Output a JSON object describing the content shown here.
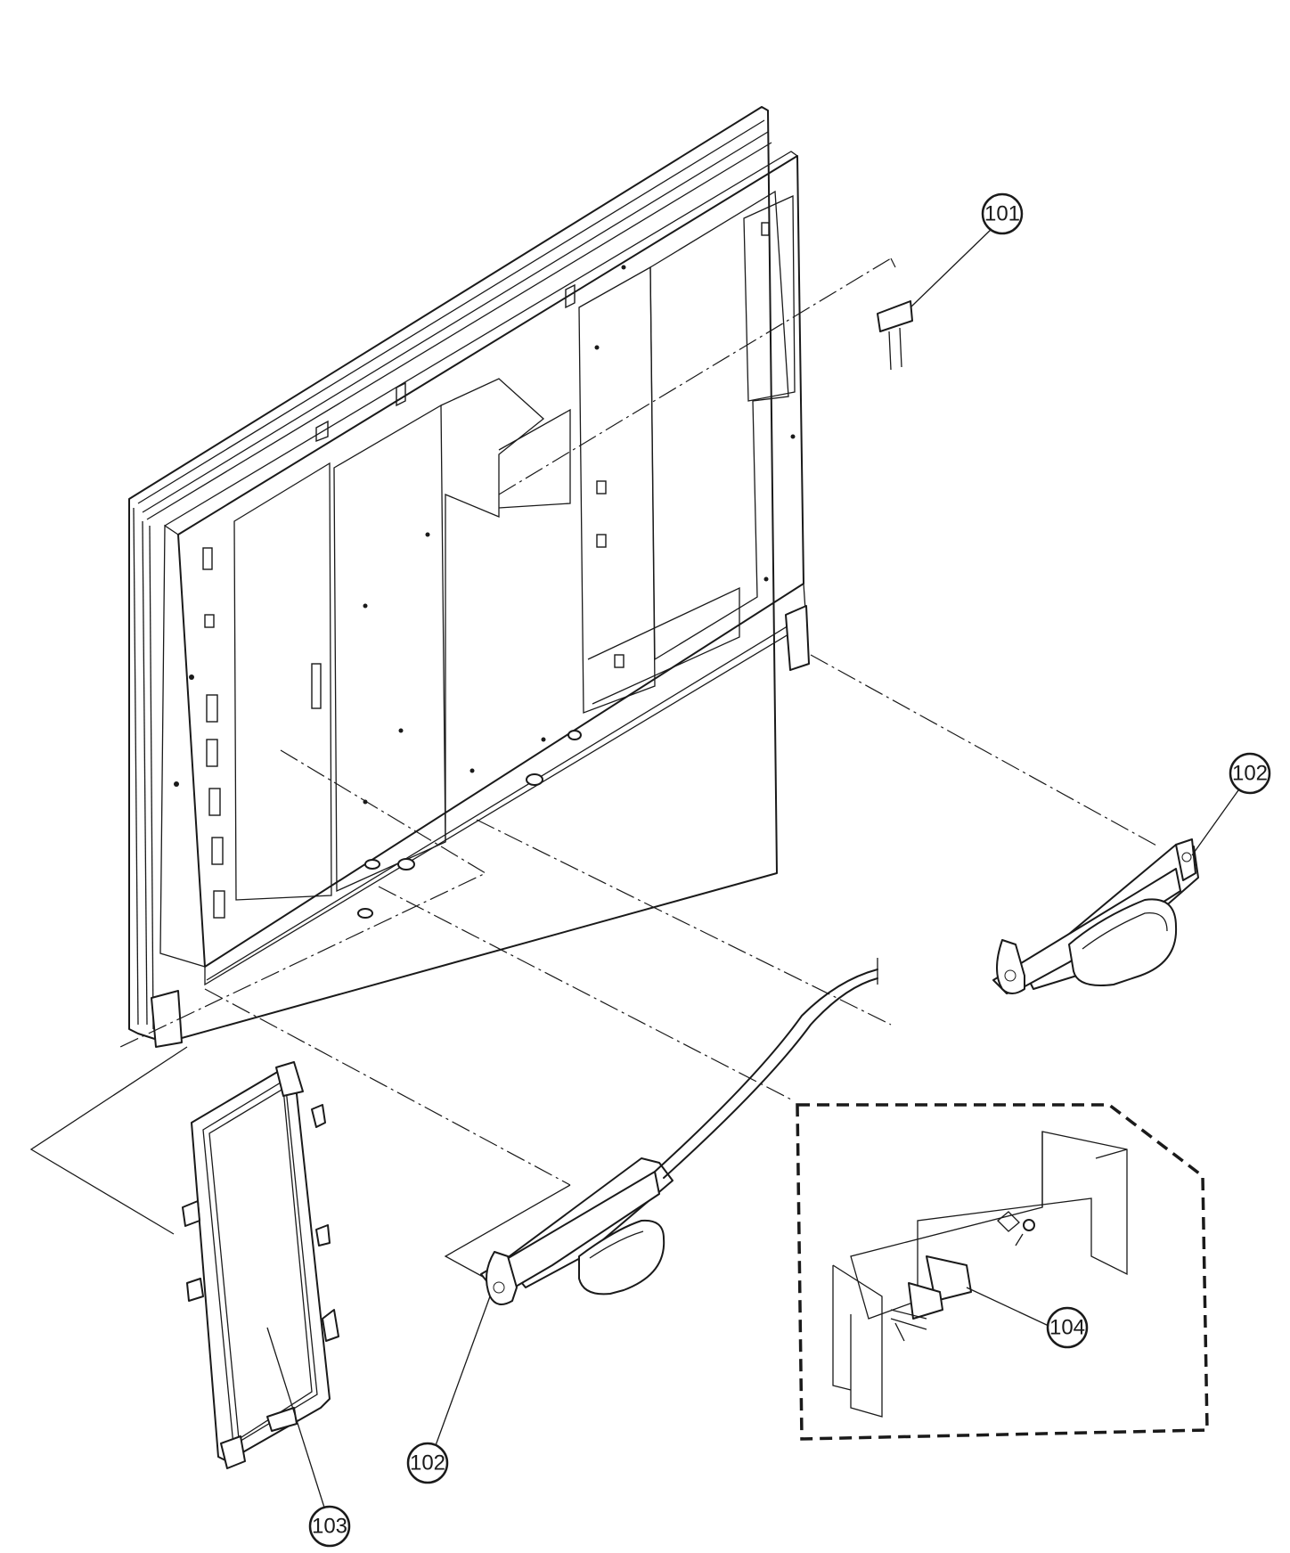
{
  "callouts": {
    "c101": "101",
    "c102a": "102",
    "c102b": "102",
    "c103": "103",
    "c104": "104"
  },
  "colors": {
    "ink": "#1a1a1a",
    "paper": "#ffffff"
  }
}
